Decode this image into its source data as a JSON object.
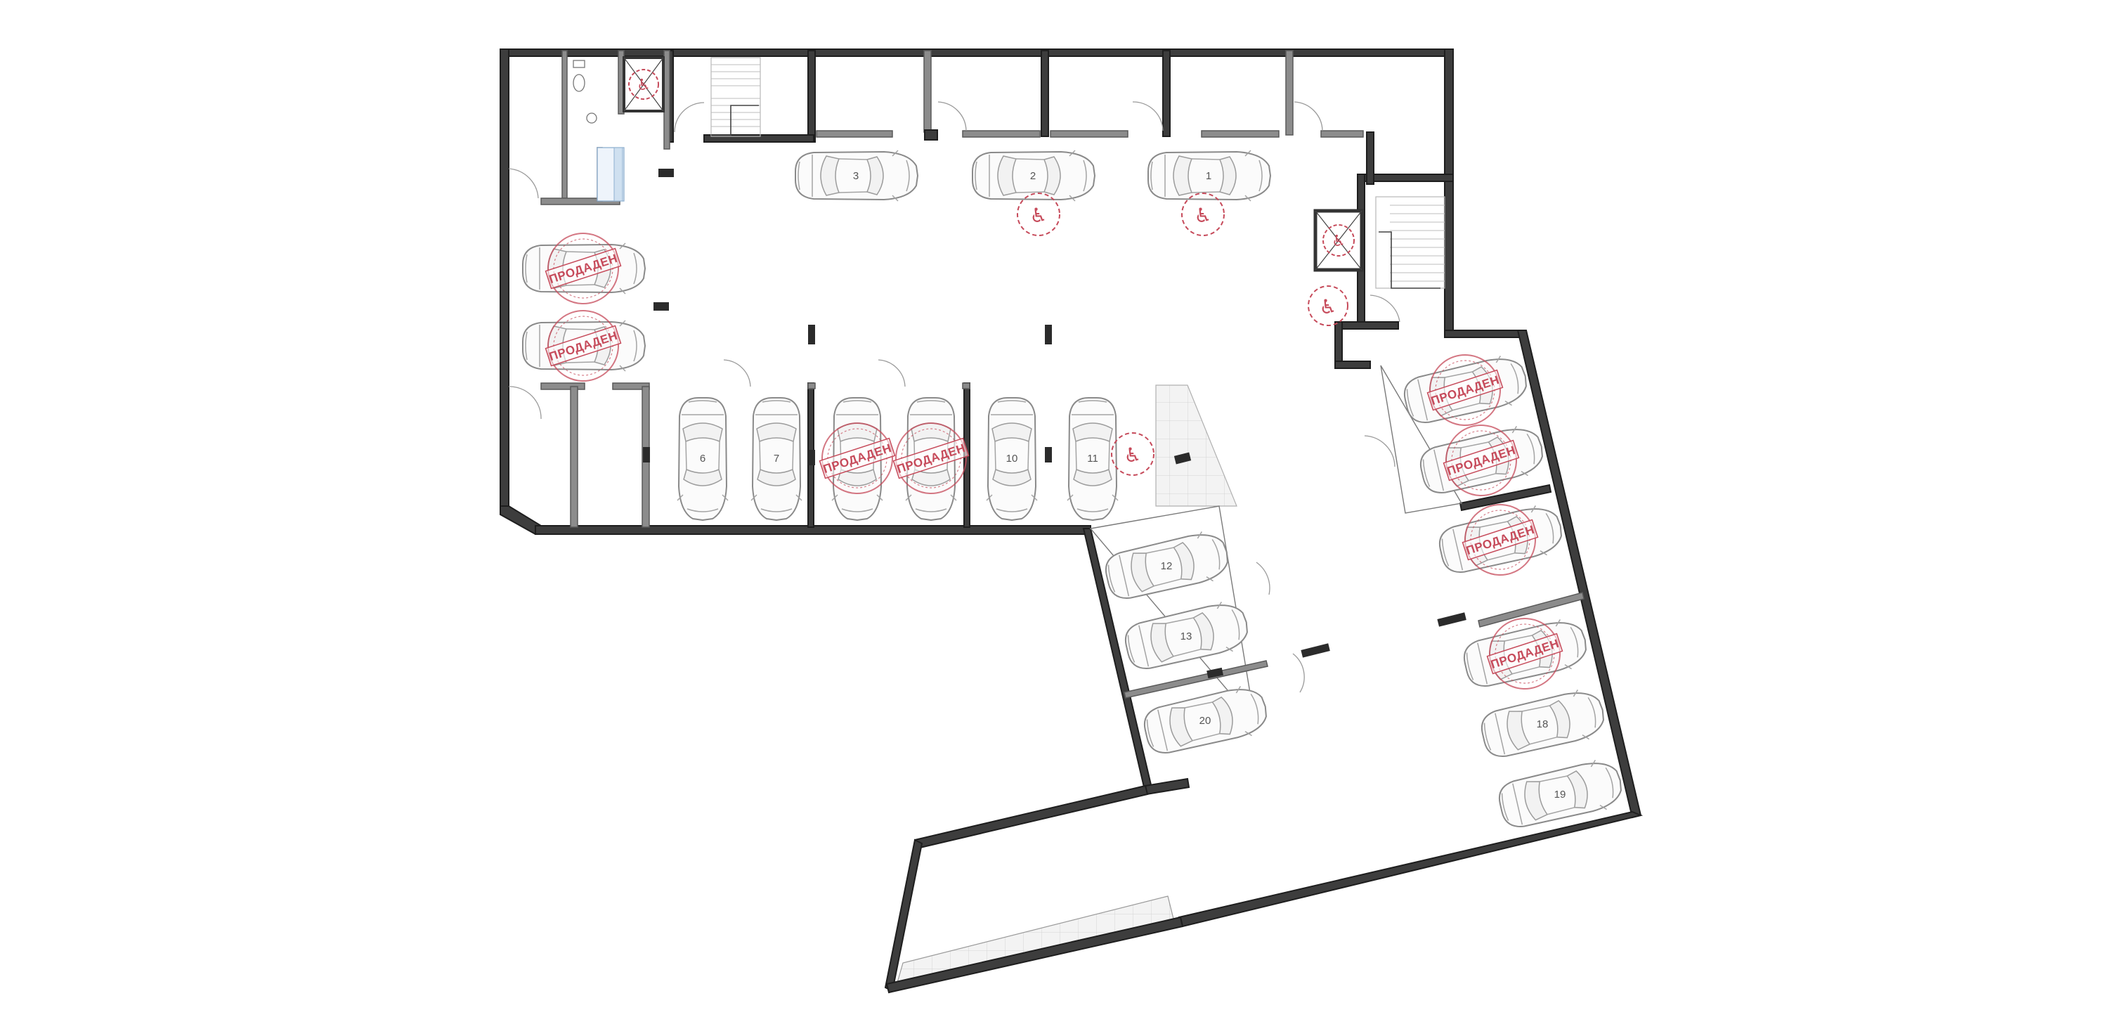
{
  "plan": {
    "colors": {
      "wall": "#3d3d3d",
      "stamp": "#c64a5a",
      "accessible": "#c64a5a",
      "car_outline": "#8a8a8a"
    },
    "sold_stamp_text": "ПРОДАДЕН",
    "spots": [
      {
        "id": "spot-1",
        "number": "1",
        "orientation": "horizontal",
        "sold": false,
        "accessible": true
      },
      {
        "id": "spot-2",
        "number": "2",
        "orientation": "horizontal",
        "sold": false,
        "accessible": true
      },
      {
        "id": "spot-3",
        "number": "3",
        "orientation": "horizontal",
        "sold": false,
        "accessible": false
      },
      {
        "id": "spot-4",
        "number": "",
        "orientation": "horizontal",
        "sold": true,
        "accessible": false
      },
      {
        "id": "spot-5",
        "number": "",
        "orientation": "horizontal",
        "sold": true,
        "accessible": false
      },
      {
        "id": "spot-6",
        "number": "6",
        "orientation": "vertical",
        "sold": false,
        "accessible": false
      },
      {
        "id": "spot-7",
        "number": "7",
        "orientation": "vertical",
        "sold": false,
        "accessible": false
      },
      {
        "id": "spot-8",
        "number": "",
        "orientation": "vertical",
        "sold": true,
        "accessible": false
      },
      {
        "id": "spot-9",
        "number": "",
        "orientation": "vertical",
        "sold": true,
        "accessible": false
      },
      {
        "id": "spot-10",
        "number": "10",
        "orientation": "vertical",
        "sold": false,
        "accessible": false
      },
      {
        "id": "spot-11",
        "number": "11",
        "orientation": "vertical",
        "sold": false,
        "accessible": true
      },
      {
        "id": "spot-12",
        "number": "12",
        "orientation": "angled",
        "sold": false,
        "accessible": false
      },
      {
        "id": "spot-13",
        "number": "13",
        "orientation": "angled",
        "sold": false,
        "accessible": false
      },
      {
        "id": "spot-14",
        "number": "",
        "orientation": "angled",
        "sold": true,
        "accessible": false
      },
      {
        "id": "spot-15",
        "number": "",
        "orientation": "angled",
        "sold": true,
        "accessible": false
      },
      {
        "id": "spot-16",
        "number": "",
        "orientation": "angled",
        "sold": true,
        "accessible": false
      },
      {
        "id": "spot-17",
        "number": "",
        "orientation": "angled",
        "sold": true,
        "accessible": false
      },
      {
        "id": "spot-18",
        "number": "18",
        "orientation": "angled",
        "sold": false,
        "accessible": false
      },
      {
        "id": "spot-19",
        "number": "19",
        "orientation": "angled",
        "sold": false,
        "accessible": false
      },
      {
        "id": "spot-20",
        "number": "20",
        "orientation": "angled",
        "sold": false,
        "accessible": false
      }
    ],
    "icons": {
      "elevator": "elevator-icon",
      "stairs": "stairs-icon",
      "wheelchair": "wheelchair-icon",
      "toilet": "toilet-icon",
      "sold": "sold-stamp-icon"
    }
  }
}
